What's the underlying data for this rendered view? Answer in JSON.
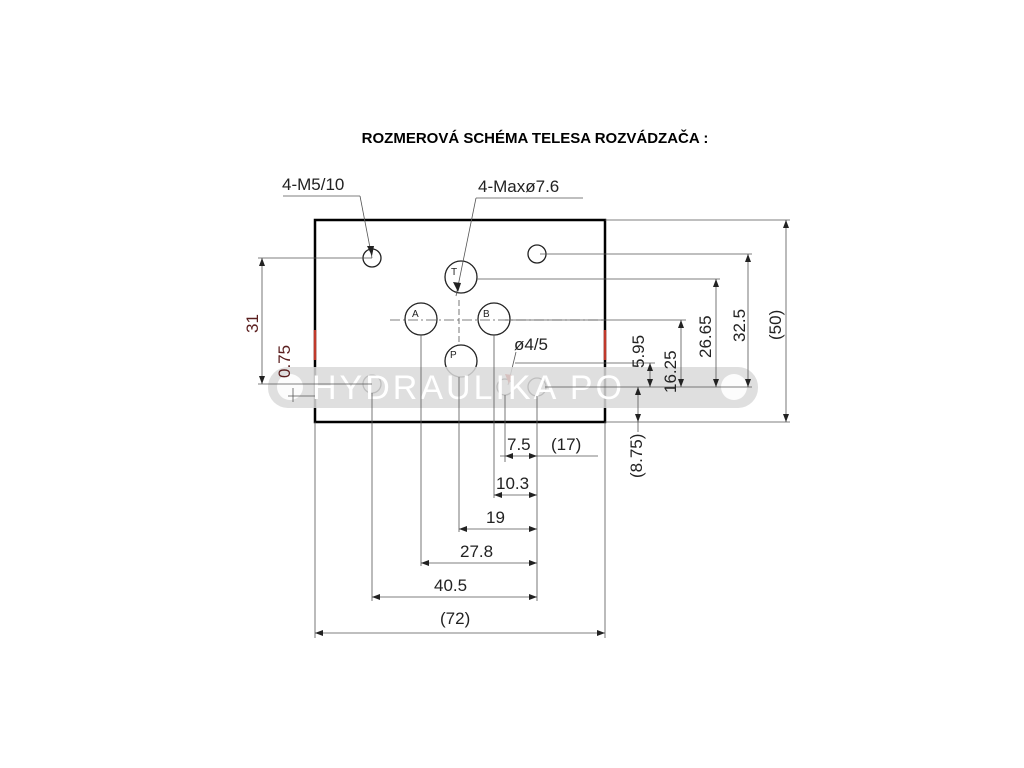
{
  "title": "ROZMEROVÁ  SCHÉMA  TELESA ROZVÁDZAČA :",
  "labels": {
    "thread": "4-M5/10",
    "max_dia": "4-Maxø7.6",
    "small_dia": "ø4/5",
    "port_t": "T",
    "port_a": "A",
    "port_b": "B",
    "port_p": "P"
  },
  "dims": {
    "d31": "31",
    "d0_75": "0.75",
    "d5_95": "5.95",
    "d16_25": "16.25",
    "d26_65": "26.65",
    "d32_5": "32.5",
    "d50": "(50)",
    "d8_75": "(8.75)",
    "d7_5": "7.5",
    "d17": "(17)",
    "d10_3": "10.3",
    "d19": "19",
    "d27_8": "27.8",
    "d40_5": "40.5",
    "d72": "(72)"
  },
  "watermark": "HYDRAULIKA PO",
  "colors": {
    "body_outline": "#000000",
    "accent_red": "#c0392b",
    "watermark_band": "#d9d9d9"
  }
}
